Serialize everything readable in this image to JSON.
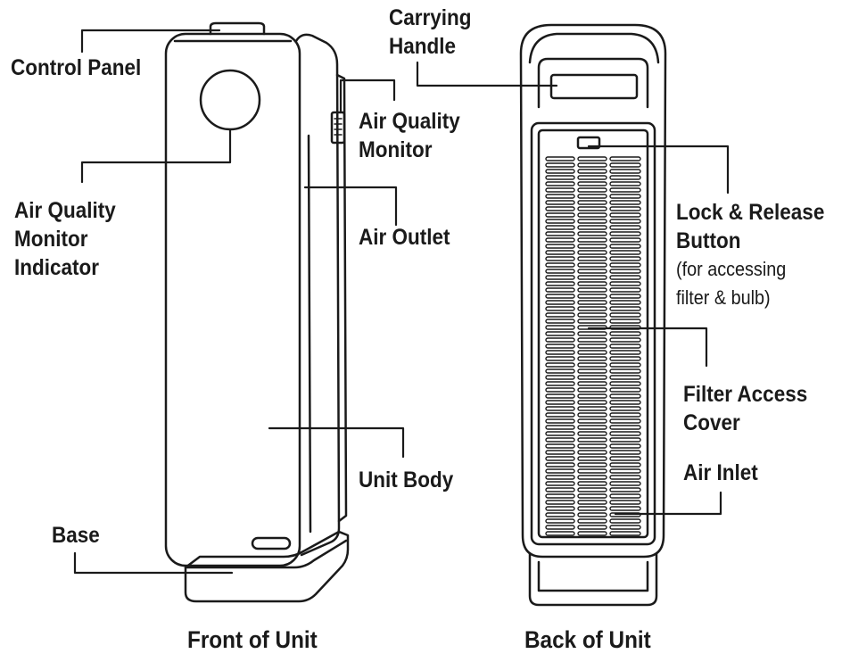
{
  "front": {
    "caption": "Front of Unit",
    "labels": {
      "control_panel": "Control Panel",
      "aqm_indicator": [
        "Air Quality",
        "Monitor",
        "Indicator"
      ],
      "aqm": [
        "Air Quality",
        "Monitor"
      ],
      "air_outlet": "Air Outlet",
      "unit_body": "Unit Body",
      "base": "Base"
    }
  },
  "back": {
    "caption": "Back of Unit",
    "labels": {
      "carrying_handle": [
        "Carrying",
        "Handle"
      ],
      "lock_release": [
        "Lock & Release",
        "Button"
      ],
      "lock_release_note": [
        "(for accessing",
        "filter & bulb)"
      ],
      "filter_cover": [
        "Filter Access",
        "Cover"
      ],
      "air_inlet": "Air Inlet"
    }
  }
}
